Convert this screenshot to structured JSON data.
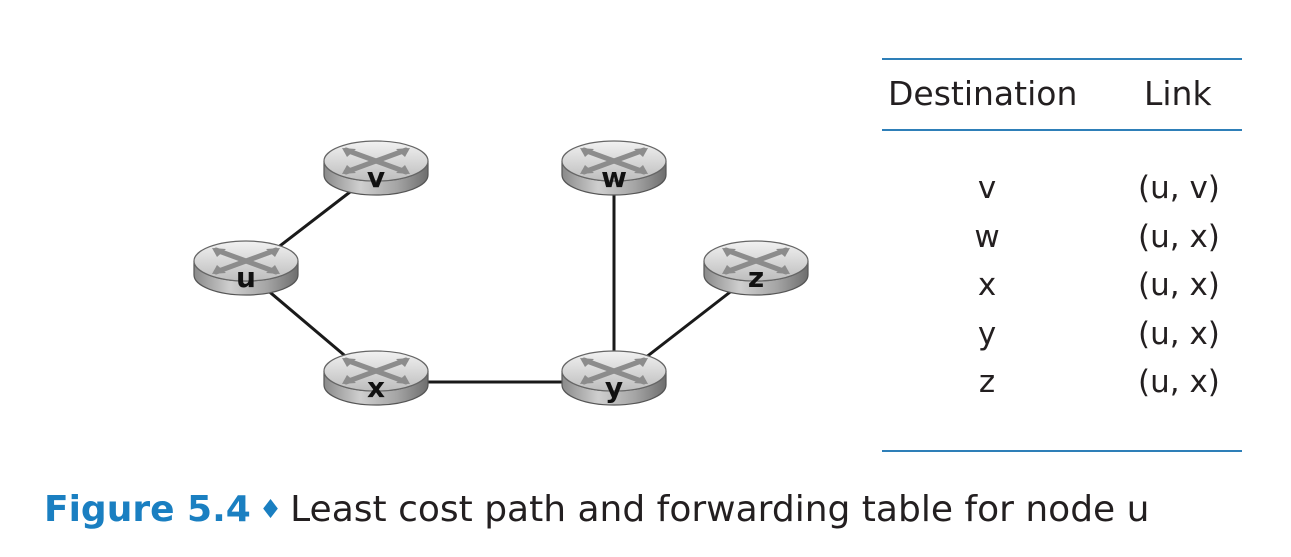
{
  "diagram": {
    "nodes": [
      {
        "id": "u",
        "label": "u"
      },
      {
        "id": "v",
        "label": "v"
      },
      {
        "id": "w",
        "label": "w"
      },
      {
        "id": "x",
        "label": "x"
      },
      {
        "id": "y",
        "label": "y"
      },
      {
        "id": "z",
        "label": "z"
      }
    ],
    "links": [
      [
        "u",
        "v"
      ],
      [
        "u",
        "x"
      ],
      [
        "x",
        "y"
      ],
      [
        "w",
        "y"
      ],
      [
        "y",
        "z"
      ]
    ]
  },
  "table": {
    "headers": {
      "destination": "Destination",
      "link": "Link"
    },
    "rows": [
      {
        "destination": "v",
        "link": "(u, v)"
      },
      {
        "destination": "w",
        "link": "(u, x)"
      },
      {
        "destination": "x",
        "link": "(u, x)"
      },
      {
        "destination": "y",
        "link": "(u, x)"
      },
      {
        "destination": "z",
        "link": "(u, x)"
      }
    ]
  },
  "caption": {
    "number": "Figure 5.4",
    "separator": "♦",
    "text": "Least cost path and forwarding table for node u"
  },
  "colors": {
    "accent": "#1a7fc1",
    "rule": "#2e7fb8",
    "link_line": "#1a1a1a"
  }
}
